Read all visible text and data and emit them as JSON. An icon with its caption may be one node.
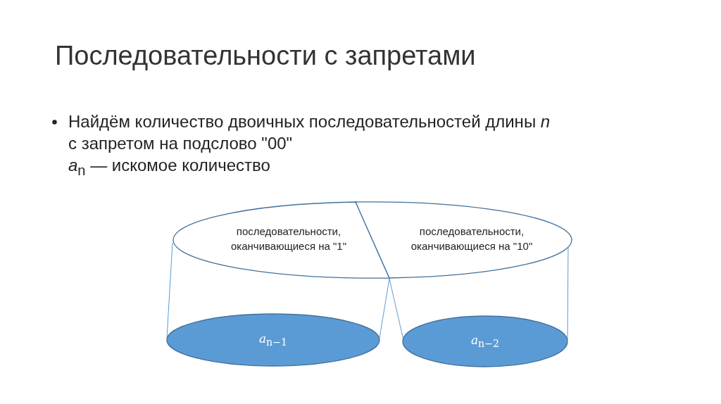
{
  "diagram": {
    "title": "Последовательности с запретами",
    "nodes": [
      {
        "text": [
          "последовательности, оканчивающиеся на \"1\""
        ]
      },
      {
        "text": [
          "последовательности, оканчивающиеся на \"10\""
        ]
      },
      {
        "text": [
          "*a*$_{n−1}$"
        ]
      },
      {
        "text": [
          "*a*$_{n−2}$"
        ]
      }
    ],
    "edges": [
      {
        "from": 0,
        "to": 2,
        "arrow": "none"
      },
      {
        "from": 0,
        "to": 2,
        "arrow": "none"
      },
      {
        "from": 1,
        "to": 3,
        "arrow": "none"
      },
      {
        "from": 1,
        "to": 3,
        "arrow": "none"
      }
    ],
    "labels": [
      "Найдём количество двоичных последовательностей длины *n* с запретом на подслово \"00\"",
      "*a*$_{n}$ — искомое количество"
    ]
  }
}
